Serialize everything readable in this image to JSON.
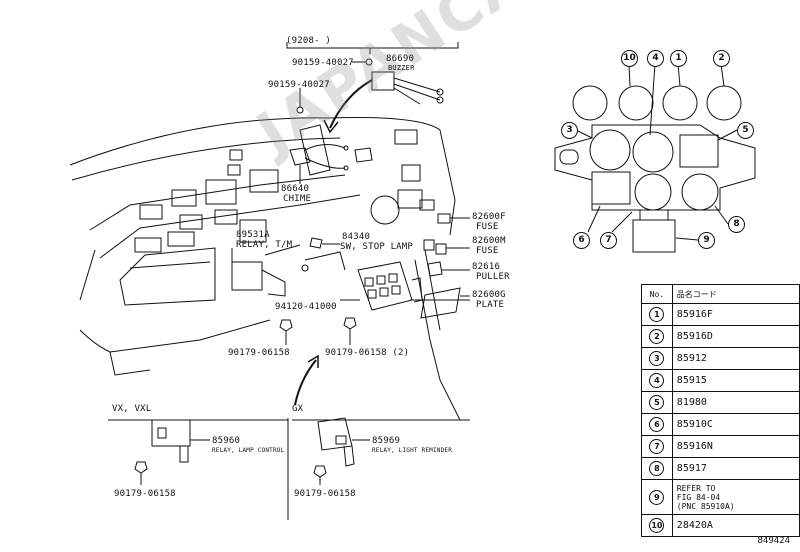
{
  "diagram_code": "849424",
  "watermark": "JAPANCATS.RU",
  "range_label": "(9208-        )",
  "parts_labels": {
    "screw_top": "90159-40027",
    "buzzer_no": "86690",
    "buzzer_name": "BUZZER",
    "screw_left": "90159-40027",
    "chime_no": "86640",
    "chime_name": "CHIME",
    "relay_tm_no": "89531A",
    "relay_tm_name": "RELAY, T/M",
    "stop_lamp_no": "84340",
    "stop_lamp_name": "SW, STOP LAMP",
    "fuse_f_no": "82600F",
    "fuse_f_name": "FUSE",
    "fuse_m_no": "82600M",
    "fuse_m_name": "FUSE",
    "puller_no": "82616",
    "puller_name": "PULLER",
    "plate_no": "82600G",
    "plate_name": "PLATE",
    "nut_center": "94120-41000",
    "nut_left": "90179-06158",
    "nut_right": "90179-06158 (2)",
    "relay_lamp_no": "85960",
    "relay_lamp_name": "RELAY, LAMP CONTROL",
    "relay_light_no": "85969",
    "relay_light_name": "RELAY, LIGHT REMINDER",
    "nut_vx": "90179-06158",
    "nut_gx": "90179-06158"
  },
  "variants": {
    "vx_label": "VX, VXL",
    "gx_label": "GX"
  },
  "relay_block_callouts": [
    "10",
    "4",
    "1",
    "2",
    "3",
    "5",
    "6",
    "7",
    "8",
    "9"
  ],
  "parts_table": {
    "header_no": "No.",
    "header_code": "品名コード",
    "rows": [
      {
        "no": "1",
        "code": "85916F"
      },
      {
        "no": "2",
        "code": "85916D"
      },
      {
        "no": "3",
        "code": "85912"
      },
      {
        "no": "4",
        "code": "85915"
      },
      {
        "no": "5",
        "code": "81980"
      },
      {
        "no": "6",
        "code": "85910C"
      },
      {
        "no": "7",
        "code": "85916N"
      },
      {
        "no": "8",
        "code": "85917"
      },
      {
        "no": "9",
        "code": "REFER TO\nFIG 84-04\n(PNC 85910A)"
      },
      {
        "no": "10",
        "code": "28420A"
      }
    ]
  }
}
